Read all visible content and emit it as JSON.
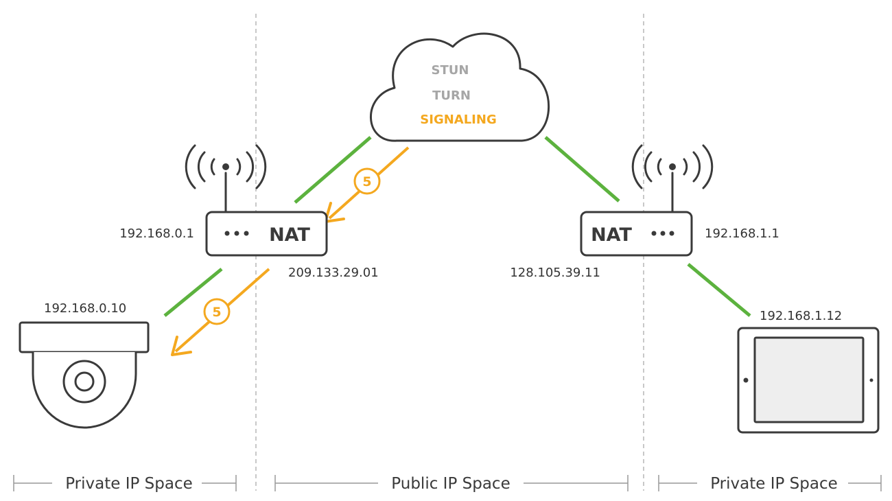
{
  "colors": {
    "green": "#5cb23e",
    "orange": "#f4a81f",
    "dark": "#3a3a3a",
    "gray": "#a6a6a6",
    "divider": "#b5b5b5",
    "screen": "#eeeeee"
  },
  "cloud": {
    "services": [
      "STUN",
      "TURN"
    ],
    "signaling": "SIGNALING"
  },
  "left": {
    "nat_label": "NAT",
    "router_private_ip": "192.168.0.1",
    "router_public_ip": "209.133.29.01",
    "device_ip": "192.168.0.10",
    "device_icon": "security-camera-icon"
  },
  "right": {
    "nat_label": "NAT",
    "router_private_ip": "192.168.1.1",
    "router_public_ip": "128.105.39.11",
    "device_ip": "192.168.1.12",
    "device_icon": "tablet-icon"
  },
  "steps": {
    "cloud_to_left_router": "5",
    "left_router_to_camera": "5"
  },
  "zones": {
    "left": "Private IP Space",
    "center": "Public IP Space",
    "right": "Private IP Space"
  }
}
